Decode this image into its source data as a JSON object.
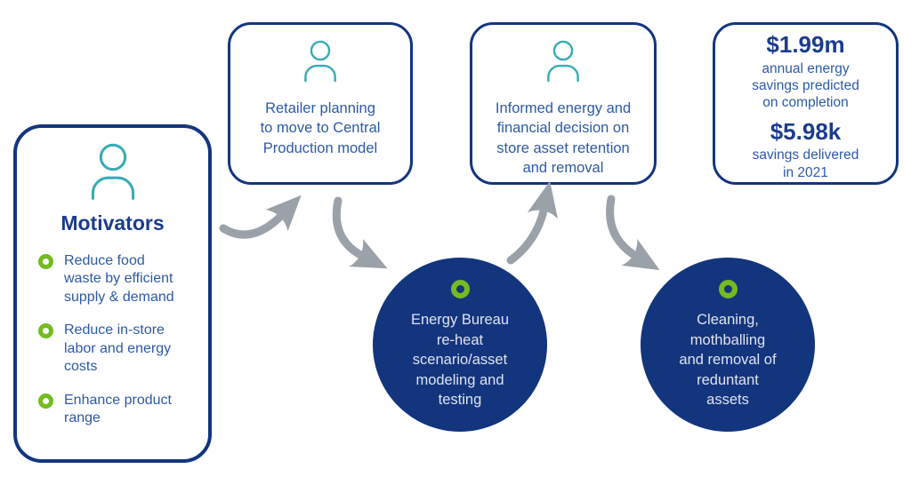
{
  "diagram": {
    "kind": "process-flow-infographic"
  },
  "motivators_card": {
    "title": "Motivators",
    "icon": "person-icon",
    "items": [
      {
        "icon": "green-donut-bullet-icon",
        "text": "Reduce food\nwaste by efficient\nsupply & demand"
      },
      {
        "icon": "green-donut-bullet-icon",
        "text": "Reduce in-store\nlabor and energy\ncosts"
      },
      {
        "icon": "green-donut-bullet-icon",
        "text": "Enhance product\nrange"
      }
    ]
  },
  "step_cards": [
    {
      "icon": "person-icon",
      "text": "Retailer planning\nto move to Central\nProduction model"
    },
    {
      "icon": "person-icon",
      "text": "Informed energy and\nfinancial decision on\nstore asset retention\nand removal"
    }
  ],
  "results_card": {
    "stats": [
      {
        "value": "$1.99m",
        "label": "annual energy\nsavings predicted\non completion"
      },
      {
        "value": "$5.98k",
        "label": "savings delivered\nin 2021"
      }
    ]
  },
  "process_circles": [
    {
      "icon": "green-donut-icon",
      "text": "Energy Bureau\nre-heat\nscenario/asset\nmodeling and\ntesting"
    },
    {
      "icon": "green-donut-icon",
      "text": "Cleaning,\nmothballing\nand removal of\nreduntant\nassets"
    }
  ],
  "arrows": {
    "count": 4,
    "style": "curved-swoosh"
  },
  "colors": {
    "navy_border": "#14357f",
    "navy_circle_fill": "#13357e",
    "title_navy": "#1b3c8d",
    "body_blue": "#2e59a6",
    "teal_icon": "#38acb5",
    "green_accent": "#74bb21",
    "arrow_gray": "#9aa1a9",
    "circle_text": "#dfe3ee",
    "background": "#ffffff"
  }
}
